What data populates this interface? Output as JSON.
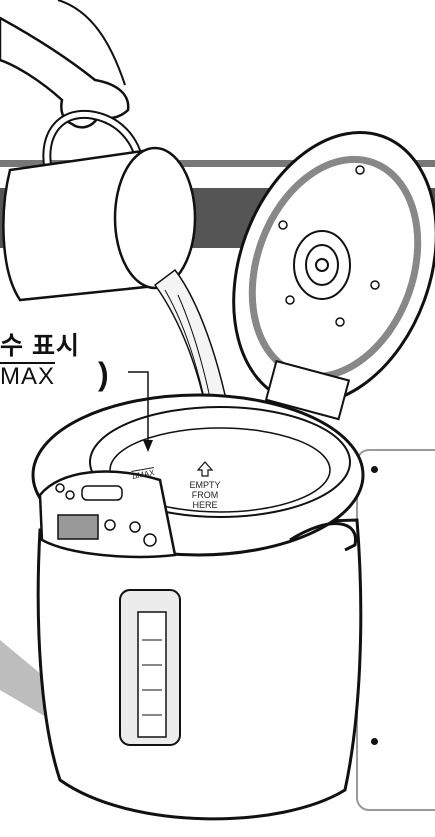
{
  "callout": {
    "korean_label": "수 표시",
    "max_label": "MAX",
    "paren": ")"
  },
  "pot": {
    "max_mark": "ΔMAX",
    "empty_l1": "EMPTY",
    "empty_l2": "FROM",
    "empty_l3": "HERE"
  },
  "colors": {
    "line": "#111111",
    "band": "#555555",
    "panel_border": "#9a9a9a",
    "pointer_gray": "#bdbdbd"
  }
}
